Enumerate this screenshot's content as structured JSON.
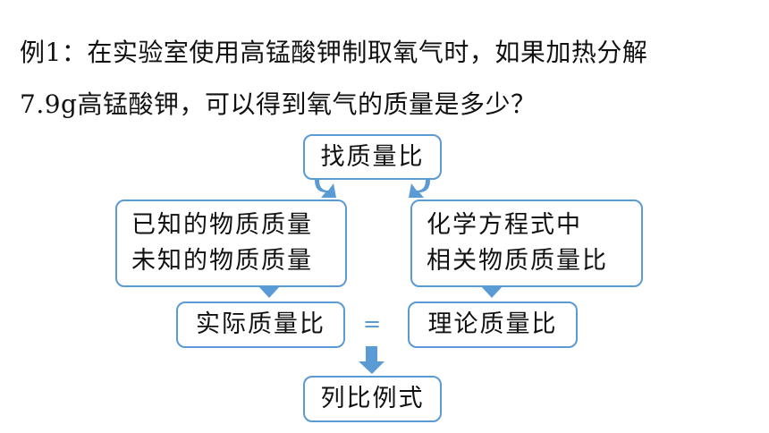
{
  "question": {
    "line1": "例1：在实验室使用高锰酸钾制取氧气时，如果加热分解",
    "line2": "7.9g高锰酸钾，可以得到氧气的质量是多少？"
  },
  "flowchart": {
    "find_ratio": "找质量比",
    "known_unknown": [
      "已知的物质质量",
      "未知的物质质量"
    ],
    "equation_substances": [
      "化学方程式中",
      "相关物质质量比"
    ],
    "actual_ratio": "实际质量比",
    "equals": "=",
    "theoretical_ratio": "理论质量比",
    "proportion": "列比例式"
  },
  "colors": {
    "accent": "#5b9bd5",
    "text": "#111111",
    "background": "#ffffff"
  }
}
